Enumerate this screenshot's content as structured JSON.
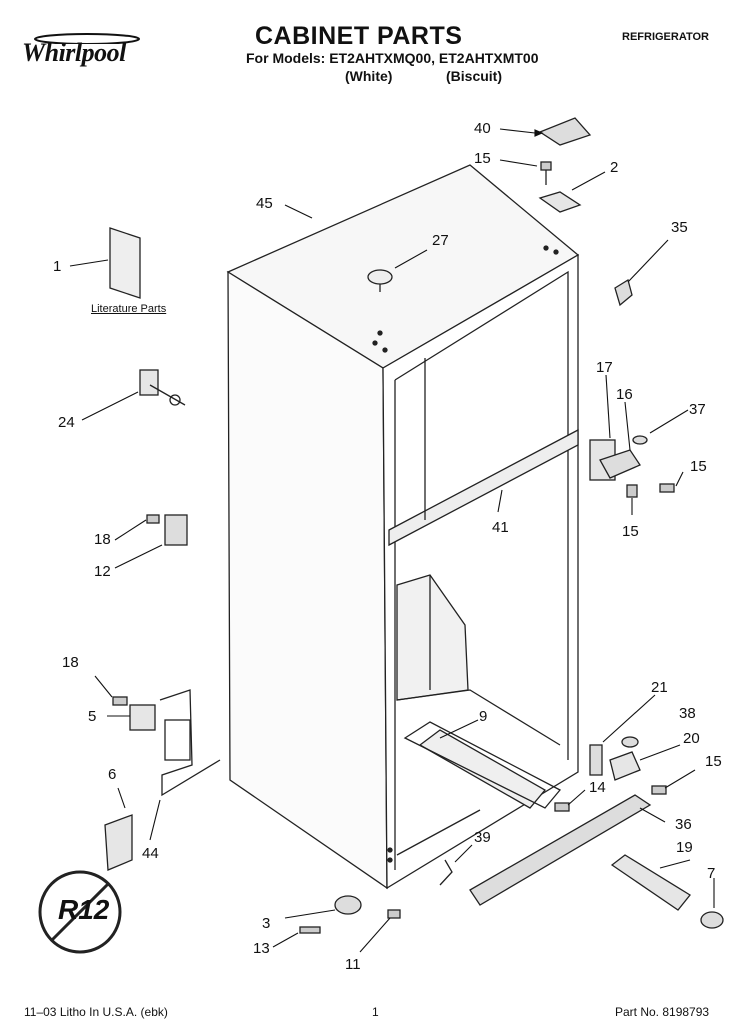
{
  "header": {
    "brand": "Whirlpool",
    "title": "CABINET PARTS",
    "subtitle": "For Models: ET2AHTXMQ00, ET2AHTXMT00",
    "variant_1": "(White)",
    "variant_2": "(Biscuit)",
    "category": "REFRIGERATOR"
  },
  "labels": {
    "literature": "Literature Parts",
    "badge": "R12"
  },
  "callouts": [
    "40",
    "15",
    "2",
    "45",
    "27",
    "35",
    "1",
    "17",
    "16",
    "37",
    "24",
    "15",
    "15",
    "41",
    "18",
    "12",
    "18",
    "21",
    "38",
    "5",
    "9",
    "20",
    "15",
    "6",
    "14",
    "36",
    "44",
    "39",
    "19",
    "7",
    "3",
    "13",
    "11"
  ],
  "footer": {
    "left": "11–03 Litho In U.S.A. (ebk)",
    "page": "1",
    "part": "Part No. 8198793"
  }
}
